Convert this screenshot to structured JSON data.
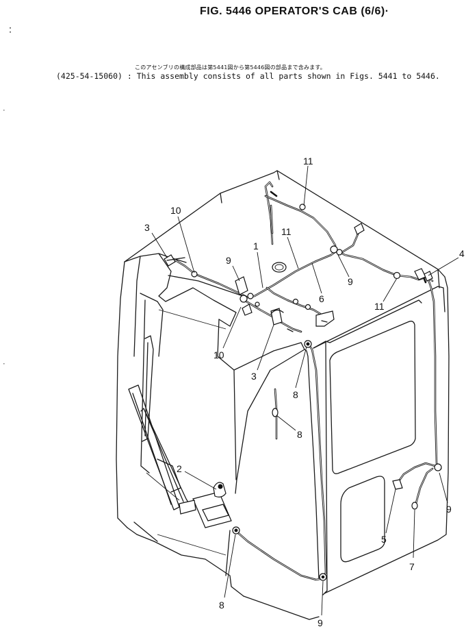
{
  "header": {
    "title": "FIG. 5446  OPERATOR'S CAB (6/6)·",
    "note_jp": "このアセンブリの構成部品は第5441図から第5446図の部品まで含みます。",
    "note_en": "(425-54-15060) : This assembly consists of all parts shown in Figs. 5441 to 5446."
  },
  "callouts": [
    "11",
    "10",
    "3",
    "1",
    "9",
    "11",
    "6",
    "9",
    "4",
    "11",
    "10",
    "3",
    "8",
    "8",
    "2",
    "5",
    "9",
    "7",
    "8",
    "9"
  ]
}
